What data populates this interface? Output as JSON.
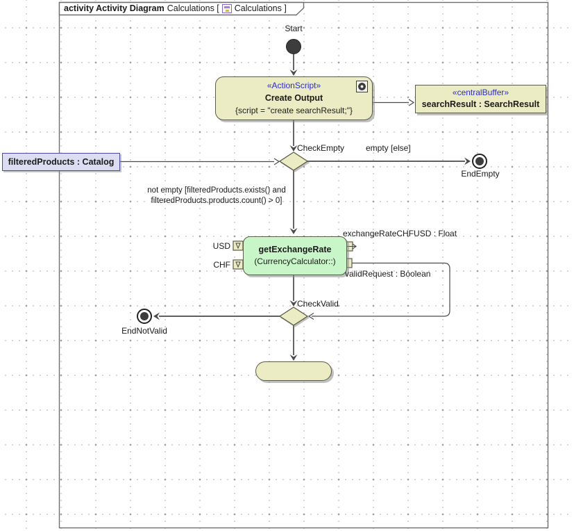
{
  "frame": {
    "title_keyword": "activity Activity Diagram",
    "title_pre": "Calculations [",
    "title_post": "Calculations ]",
    "icon": "activity-diagram-icon"
  },
  "nodes": {
    "start": {
      "label": "Start"
    },
    "create_output": {
      "stereotype": "«ActionScript»",
      "name": "Create Output",
      "script": "{script = \"create searchResult;\"}",
      "icon": "script-gear-icon"
    },
    "search_result_buffer": {
      "stereotype": "«centralBuffer»",
      "name": "searchResult : SearchResult"
    },
    "filtered_products": {
      "label": "filteredProducts : Catalog"
    },
    "check_empty": {
      "label": "CheckEmpty"
    },
    "end_empty": {
      "label": "EndEmpty"
    },
    "get_exchange_rate": {
      "name": "getExchangeRate",
      "qualifier": "(CurrencyCalculator::)",
      "input_pins": [
        "USD",
        "CHF"
      ],
      "output_pins": [
        "exchangeRateCHFUSD : Float",
        "validRequest : Boolean"
      ]
    },
    "check_valid": {
      "label": "CheckValid"
    },
    "end_not_valid": {
      "label": "EndNotValid"
    },
    "final_action": {
      "label": ""
    }
  },
  "edges": {
    "empty_guard": "empty [else]",
    "not_empty_guard_line1": "not empty [filteredProducts.exists() and",
    "not_empty_guard_line2": "filteredProducts.products.count() > 0]"
  },
  "colors": {
    "action_fill": "#ececc4",
    "action_border": "#5a5a48",
    "green_fill": "#c9f6c9",
    "catalog_fill": "#dcdcf2",
    "catalog_border": "#4a4aa0",
    "stereotype_text": "#2b2bcc",
    "edge": "#4a4a4a",
    "frame_border": "#6e6e6e",
    "node_dark": "#3d3d3d"
  }
}
